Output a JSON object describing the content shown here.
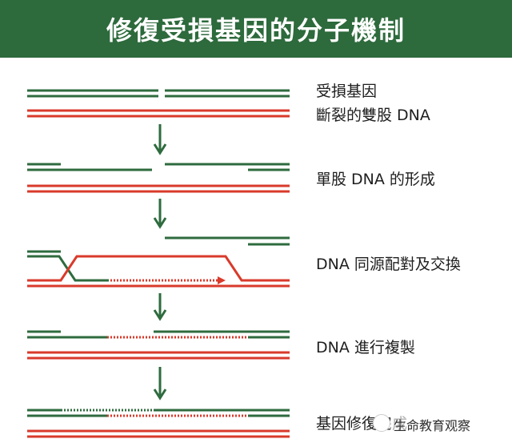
{
  "title": "修復受損基因的分子機制",
  "steps": [
    {
      "id": "step1",
      "line1": "受損基因",
      "line2": "斷裂的雙股 DNA"
    },
    {
      "id": "step2",
      "line1": "單股 DNA 的形成"
    },
    {
      "id": "step3",
      "line1": "DNA 同源配對及交換"
    },
    {
      "id": "step4",
      "line1": "DNA 進行複製"
    },
    {
      "id": "step5",
      "line1": "基因修復完成"
    }
  ],
  "watermark": "生命教育观察",
  "colors": {
    "header_bg": "#2d6a3c",
    "green_strand": "#2e6b3e",
    "red_strand": "#d93a2b",
    "arrow": "#2e6b3e"
  }
}
